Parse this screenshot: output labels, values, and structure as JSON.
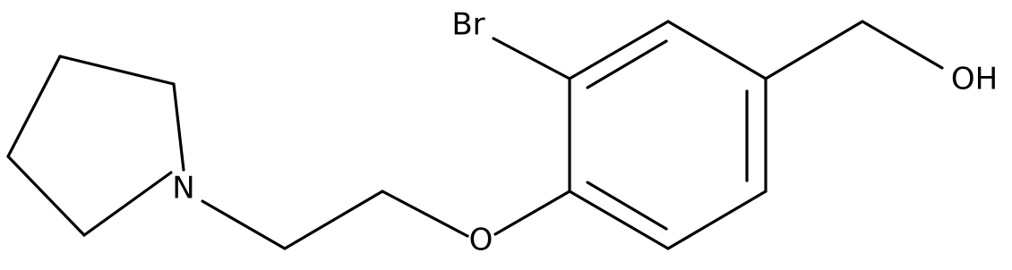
{
  "atom_labels": {
    "bromine": "Br",
    "hydroxyl": "OH",
    "ether_oxygen": "O",
    "nitrogen": "N"
  },
  "colors": {
    "bond": "#000000",
    "background": "#ffffff"
  }
}
